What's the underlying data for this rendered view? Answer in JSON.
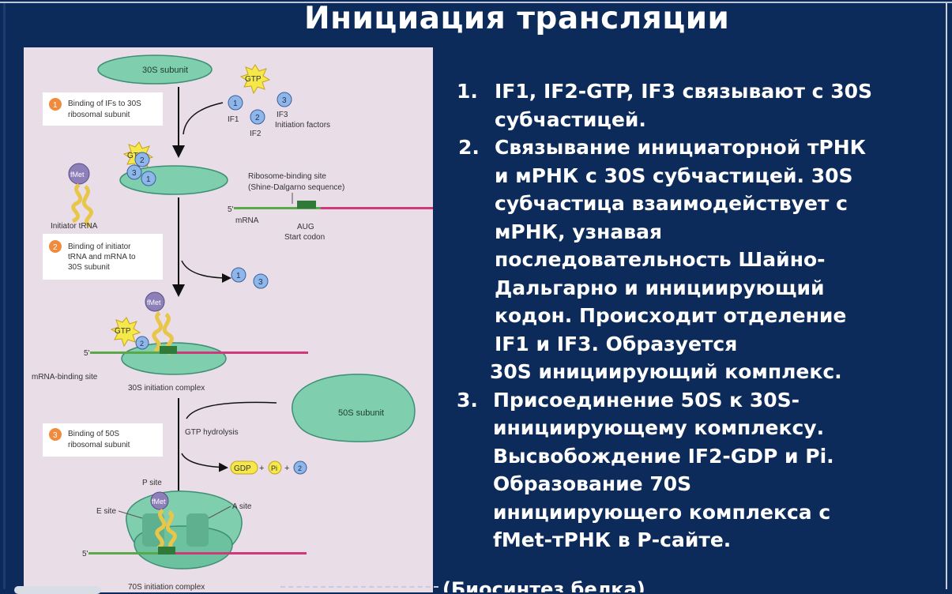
{
  "slide": {
    "title": "Инициация трансляции",
    "bottom_caption": "(Биосинтез белка)"
  },
  "figure": {
    "labels": {
      "subunit_30s": "30S subunit",
      "gtp": "GTP",
      "if1": "IF1",
      "if2": "IF2",
      "if3": "IF3",
      "initiation_factors": "Initiation factors",
      "step1_label": "Binding of IFs to 30S",
      "step1_label2": "ribosomal subunit",
      "fmet": "fMet",
      "initiator_trna": "Initiator tRNA",
      "rbs": "Ribosome-binding site",
      "shine_dalgarno": "(Shine-Dalgarno sequence)",
      "five_prime": "5'",
      "mrna": "mRNA",
      "aug": "AUG",
      "start_codon": "Start codon",
      "step2_label": "Binding of initiator",
      "step2_label2": "tRNA and mRNA to",
      "step2_label3": "30S subunit",
      "mrna_binding_site": "mRNA-binding site",
      "complex_30s": "30S initiation complex",
      "subunit_50s": "50S subunit",
      "gtp_hydrolysis": "GTP hydrolysis",
      "step3_label": "Binding of 50S",
      "step3_label2": "ribosomal subunit",
      "gdp": "GDP",
      "pi": "Pi",
      "plus": "+",
      "p_site": "P site",
      "e_site": "E site",
      "a_site": "A site",
      "complex_70s": "70S initiation complex",
      "n1": "1",
      "n2": "2",
      "n3": "3"
    },
    "colors": {
      "ribosome": "#7fcfae",
      "ribosome_edge": "#3c8f73",
      "factor": "#8fb6e8",
      "gtp": "#f4e84a",
      "trna": "#e8c64a",
      "fmet": "#8d7fb8",
      "mrna_green": "#5aa84a",
      "mrna_pink": "#d0387a",
      "step_badge": "#f08a3c"
    }
  },
  "points": {
    "p1_num": "1.",
    "p1_line1": "IF1, IF2-GTP, IF3 связывают с 30S",
    "p1_line2": "субчастицей.",
    "p2_num": "2.",
    "p2_line1": "Связывание инициаторной тРНК",
    "p2_line2": "и мРНК с 30S субчастицей.  30S",
    "p2_line3": "субчастица взаимодействует  с",
    "p2_line4": "мРНК, узнавая",
    "p2_line5": "последовательность Шайно-",
    "p2_line6": "Дальгарно и инициирующий",
    "p2_line7": "кодон.  Происходит отделение",
    "p2_line8": "IF1 и IF3. Образуется",
    "p2_line9": "30S инициирующий комплекс.",
    "p3_num": "3.",
    "p3_line1": "Присоединение  50S к 30S-",
    "p3_line2": "инициирующему комплексу.",
    "p3_line3": "Высвобождение IF2-GDP и Pi.",
    "p3_line4": "Образование 70S",
    "p3_line5": "инициирующего комплекса с",
    "p3_line6": "fMet-тРНК в  Р-сайте."
  }
}
